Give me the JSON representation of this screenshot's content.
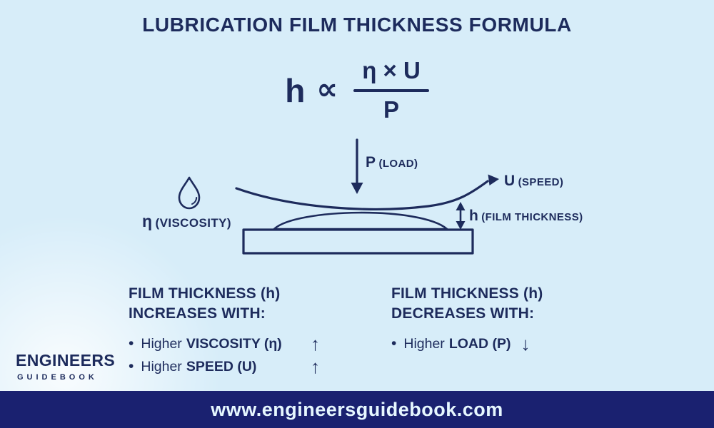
{
  "title": "LUBRICATION FILM THICKNESS FORMULA",
  "formula": {
    "variable": "h",
    "proportional_symbol": "∝",
    "numerator": "η × U",
    "denominator": "P"
  },
  "diagram": {
    "load": {
      "symbol": "P",
      "descriptor": "(LOAD)"
    },
    "speed": {
      "symbol": "U",
      "descriptor": "(SPEED)"
    },
    "viscosity": {
      "symbol": "η",
      "descriptor": "(VISCOSITY)"
    },
    "film_thickness": {
      "symbol": "h",
      "descriptor": "(FILM THICKNESS)"
    }
  },
  "increases_panel": {
    "heading_line1": "FILM THICKNESS (h)",
    "heading_line2": "INCREASES WITH:",
    "bullet": "•",
    "items": [
      {
        "prefix": "Higher",
        "term": "VISCOSITY (η)",
        "arrow": "↑"
      },
      {
        "prefix": "Higher",
        "term": "SPEED (U)",
        "arrow": "↑"
      }
    ]
  },
  "decreases_panel": {
    "heading_line1": "FILM THICKNESS (h)",
    "heading_line2": "DECREASES WITH:",
    "bullet": "•",
    "items": [
      {
        "prefix": "Higher",
        "term": "LOAD (P)",
        "arrow": "↓"
      }
    ]
  },
  "brand": {
    "name": "ENGINEERS",
    "tagline": "GUIDEBOOK"
  },
  "footer": {
    "url": "www.engineersguidebook.com"
  },
  "colors": {
    "background": "#d7edf9",
    "ink": "#1d2b5c",
    "footer_background": "#1a2170",
    "footer_text": "#e6f7ff"
  }
}
